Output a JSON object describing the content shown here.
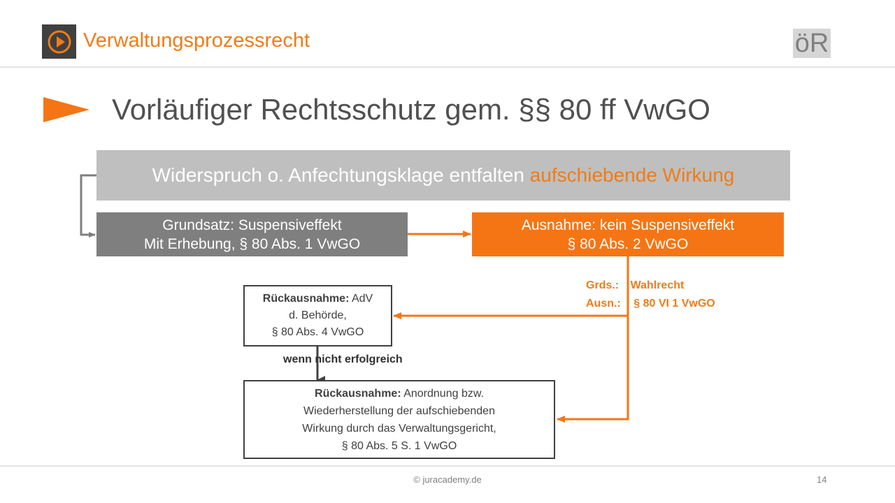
{
  "header": {
    "title": "Verwaltungsprozessrecht",
    "section_tag": "öR",
    "icon": "play-circle-icon"
  },
  "title": {
    "text": "Vorläufiger Rechtsschutz gem. §§ 80 ff VwGO",
    "icon": "arrow-triangle-icon"
  },
  "diagram": {
    "top_box": {
      "text": "Widerspruch o. Anfechtungsklage entfalten",
      "highlight": "aufschiebende Wirkung"
    },
    "grundsatz": {
      "line1": "Grundsatz: Suspensiveffekt",
      "line2": "Mit Erhebung, § 80 Abs. 1 VwGO"
    },
    "ausnahme": {
      "line1": "Ausnahme: kein Suspensiveffekt",
      "line2": "§ 80 Abs. 2 VwGO"
    },
    "notes": {
      "grds_label": "Grds.:",
      "grds_value": "Wahlrecht",
      "ausn_label": "Ausn.:",
      "ausn_value": "§ 80 VI 1 VwGO"
    },
    "rueck1": {
      "bold": "Rückausnahme:",
      "text1": "AdV",
      "text2": "d. Behörde,",
      "text3": "§ 80 Abs. 4 VwGO"
    },
    "connector_label": "wenn nicht erfolgreich",
    "rueck2": {
      "bold": "Rückausnahme:",
      "text1": "Anordnung bzw.",
      "text2": "Wiederherstellung der aufschiebenden",
      "text3": "Wirkung durch das Verwaltungsgericht,",
      "text4": "§ 80 Abs. 5 S. 1 VwGO"
    }
  },
  "footer": {
    "copyright": "© juracademy.de",
    "page": "14"
  },
  "colors": {
    "accent": "#f07c17",
    "dark_gray": "#404040",
    "mid_gray": "#7f7f7f",
    "light_gray": "#bfbfbf"
  }
}
